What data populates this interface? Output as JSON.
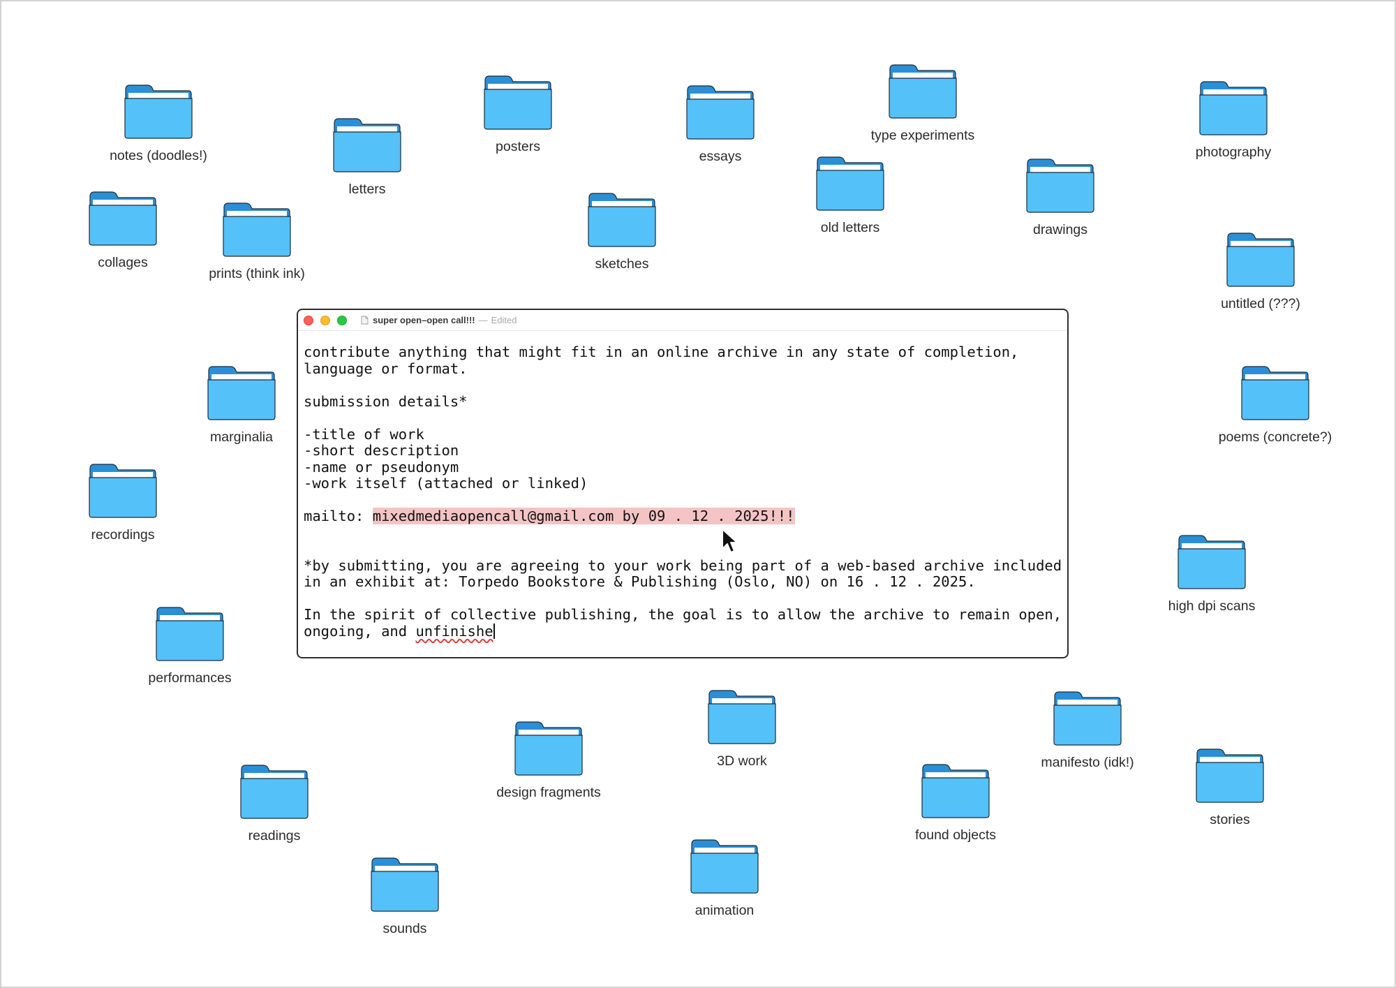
{
  "desktop": {
    "folders": [
      {
        "label": "notes (doodles!)"
      },
      {
        "label": "letters"
      },
      {
        "label": "posters"
      },
      {
        "label": "essays"
      },
      {
        "label": "type experiments"
      },
      {
        "label": "photography"
      },
      {
        "label": "old letters"
      },
      {
        "label": "drawings"
      },
      {
        "label": "collages"
      },
      {
        "label": "prints (think ink)"
      },
      {
        "label": "sketches"
      },
      {
        "label": "untitled (???)"
      },
      {
        "label": "marginalia"
      },
      {
        "label": "poems (concrete?)"
      },
      {
        "label": "recordings"
      },
      {
        "label": "high dpi scans"
      },
      {
        "label": "performances"
      },
      {
        "label": "3D work"
      },
      {
        "label": "manifesto (idk!)"
      },
      {
        "label": "design fragments"
      },
      {
        "label": "stories"
      },
      {
        "label": "readings"
      },
      {
        "label": "found objects"
      },
      {
        "label": "sounds"
      },
      {
        "label": "animation"
      }
    ]
  },
  "editor": {
    "title": "super open–open call!!!",
    "separator": "—",
    "status": "Edited",
    "lines": [
      "contribute anything that might fit in an online archive in any state of completion,",
      "language or format.",
      "submission details*",
      "-title of work",
      "-short description",
      "-name or pseudonym",
      "-work itself (attached or linked)",
      "*by submitting, you are agreeing to your work being part of a web-based archive included",
      "in an exhibit at: Torpedo Bookstore & Publishing (Oslo, NO) on 16 . 12 . 2025.",
      "In the spirit of collective publishing, the goal is to allow the archive to remain open,",
      "ongoing, and "
    ],
    "mailto_prefix": "mailto: ",
    "mailto_highlight": "mixedmediaopencall@gmail.com by 09 . 12 . 2025!!!",
    "misspelled_word": "unfinishe"
  },
  "colors": {
    "folder_front": "#54c1f8",
    "folder_back": "#2a8fd6",
    "highlight": "#f4c4c4"
  }
}
